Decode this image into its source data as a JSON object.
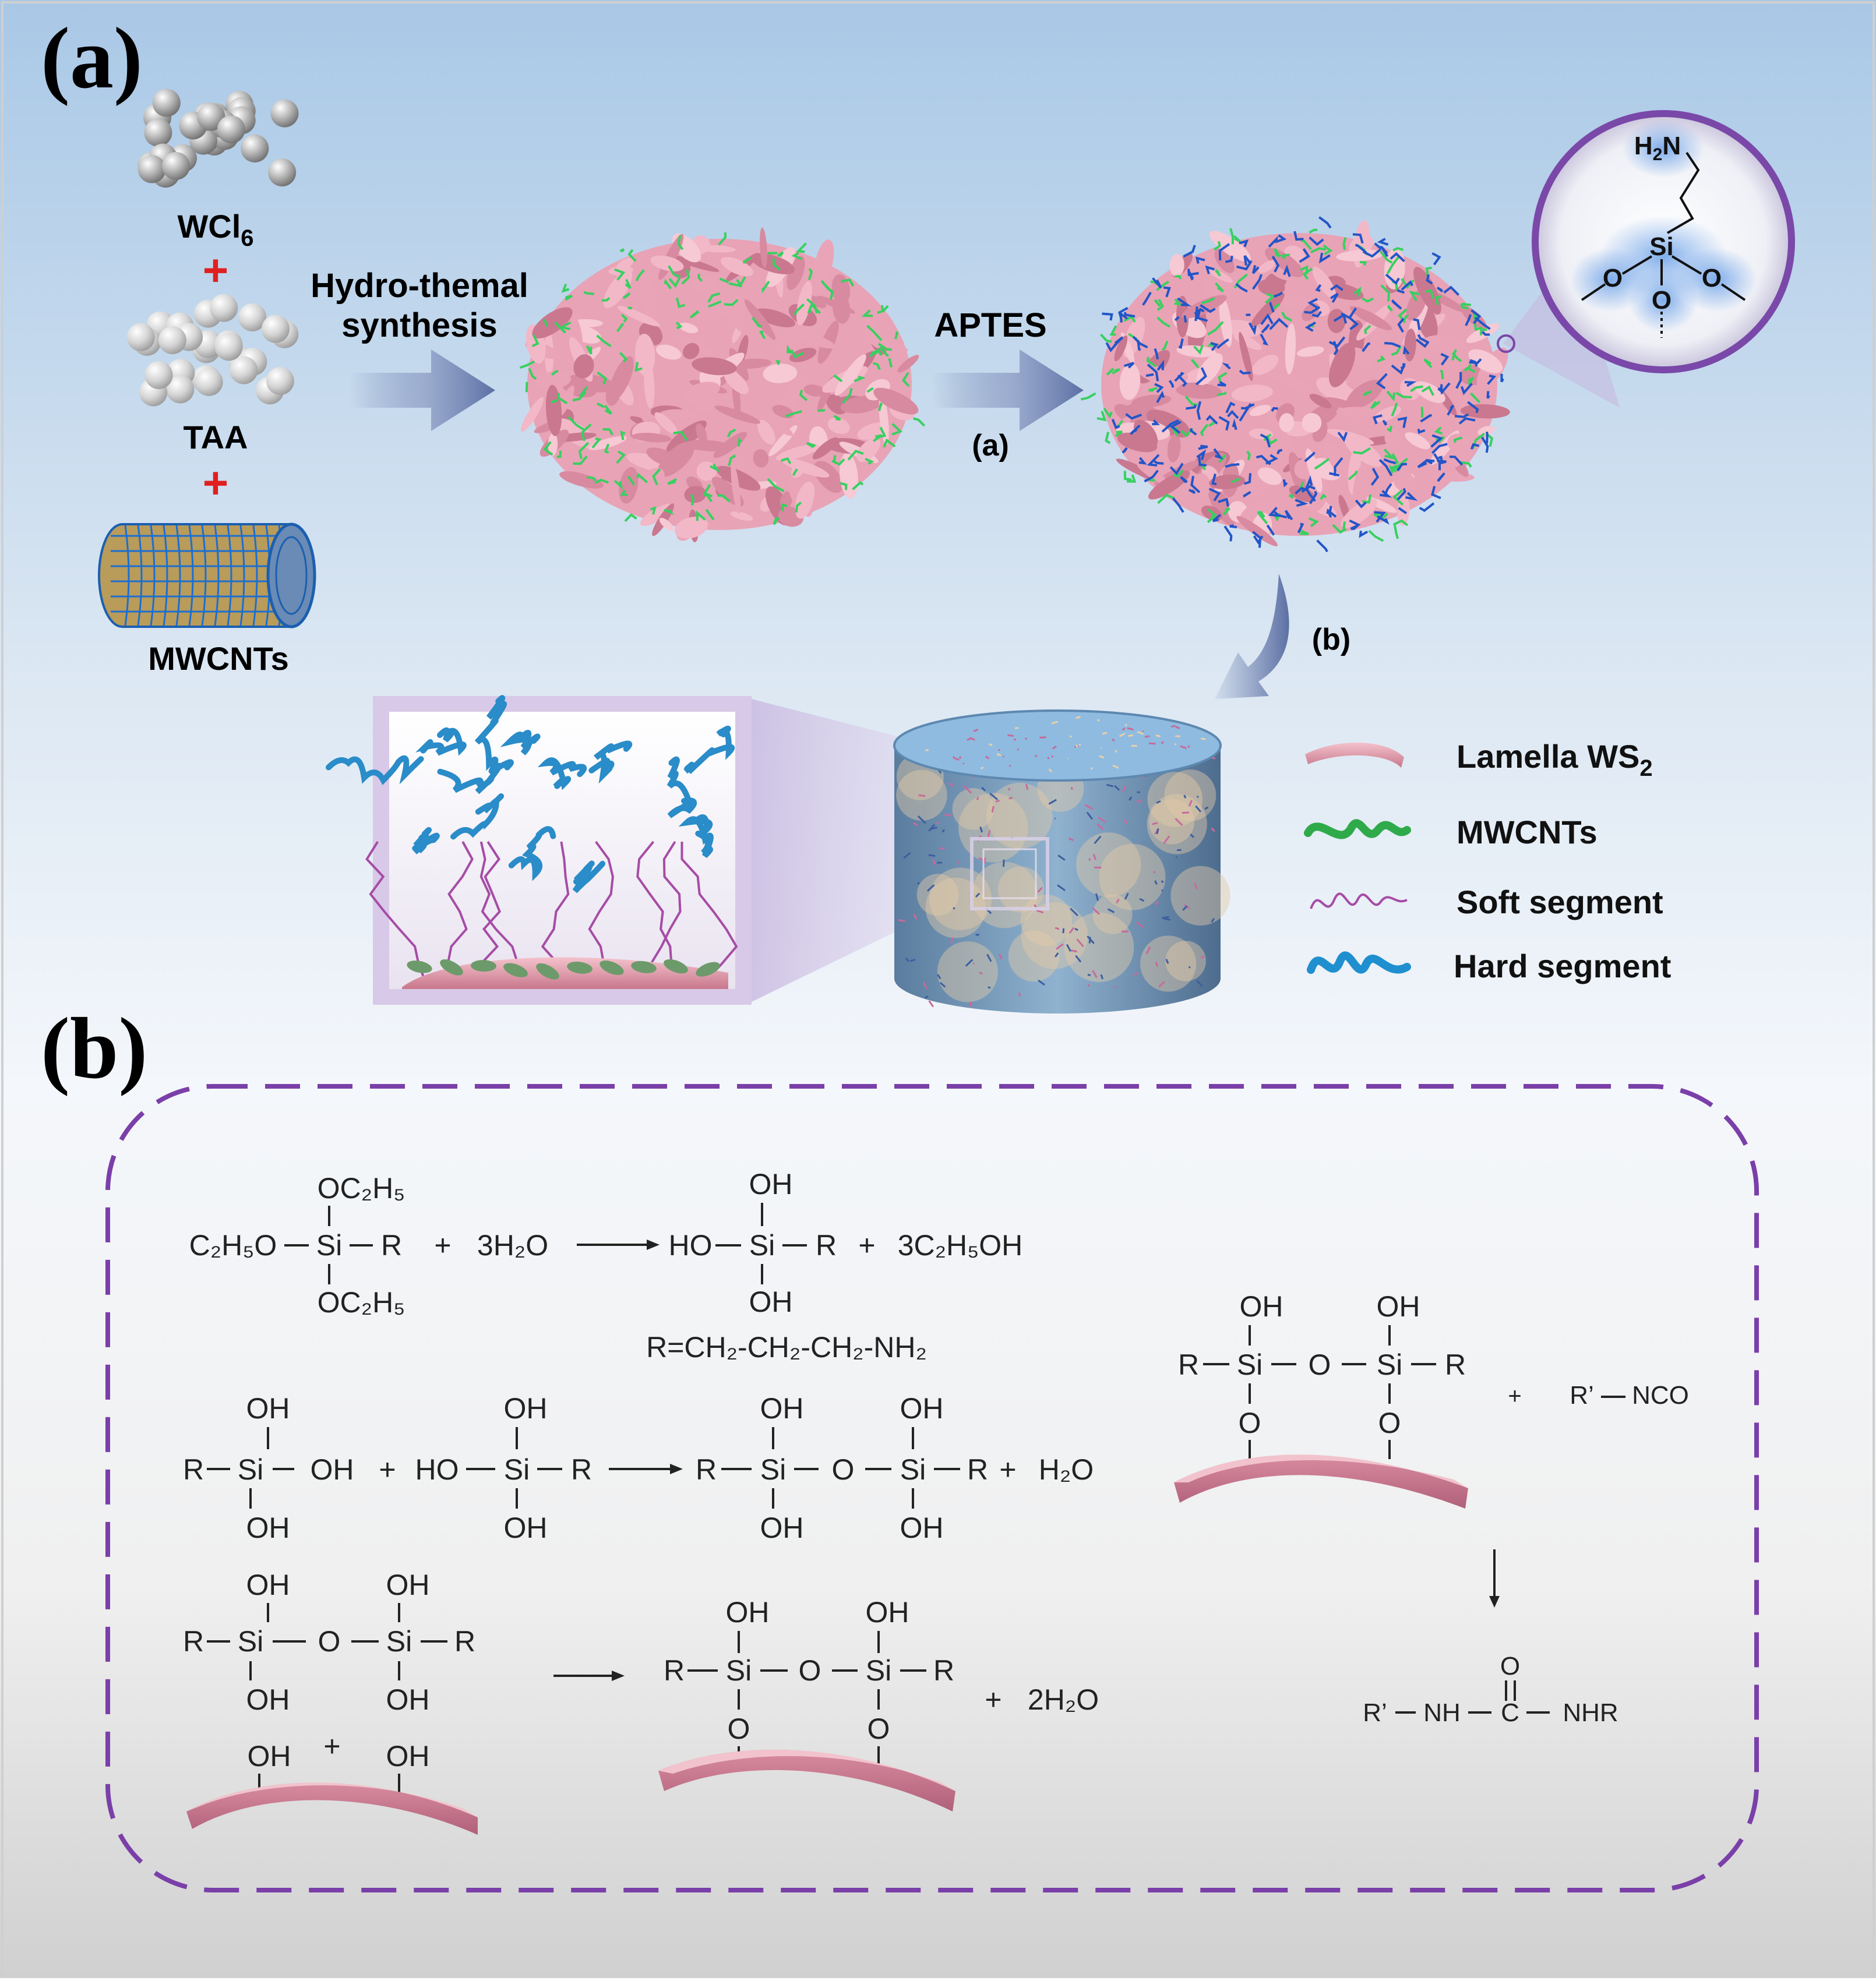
{
  "panel_a": {
    "label": "(a)",
    "reactants": {
      "wcl6": {
        "base": "WCl",
        "sub": "6"
      },
      "plus_1": "+",
      "taa": "TAA",
      "plus_2": "+",
      "mwcnts": "MWCNTs"
    },
    "step1": {
      "line1": "Hydro-themal",
      "line2": "synthesis"
    },
    "step2": {
      "label": "APTES",
      "sub_label": "(a)"
    },
    "step3": {
      "sub_label": "(b)"
    },
    "zoom_molecule": {
      "amine": {
        "h": "H",
        "sub": "2",
        "n": "N"
      },
      "si": "Si",
      "o": "O"
    },
    "legend": {
      "items": [
        {
          "base": "Lamella WS",
          "sub": "2"
        },
        {
          "base": "MWCNTs",
          "sub": ""
        },
        {
          "base": "Soft segment",
          "sub": ""
        },
        {
          "base": "Hard segment",
          "sub": ""
        }
      ]
    }
  },
  "panel_b": {
    "label": "(b)",
    "chem": {
      "oc2h5": "OC₂H₅",
      "c2h5o": "C₂H₅O",
      "si": "Si",
      "r": "R",
      "r_prime": "R’",
      "plus": "+",
      "three_h2o": "3H₂O",
      "two_h2o": "2H₂O",
      "h2o": "H₂O",
      "oh": "OH",
      "ho": "HO",
      "o": "O",
      "three_ethanol": "3C₂H₅OH",
      "r_def": "R=CH₂-CH₂-CH₂-NH₂",
      "nco": "NCO",
      "nh": "NH",
      "c": "C",
      "nhr": "NHR"
    }
  },
  "colors": {
    "bg_top": "#a9c8e6",
    "bg_mid": "#f4f7fb",
    "bg_bottom": "#d2d2d2",
    "arrow": "#6c7fae",
    "plus_red": "#e02020",
    "dashed_border": "#7a3fa8",
    "ws2_pink": "#e8a8b8",
    "mwcnt_green": "#34c759",
    "hard_blue": "#2a8cc8",
    "soft_purple": "#a64ca6"
  }
}
